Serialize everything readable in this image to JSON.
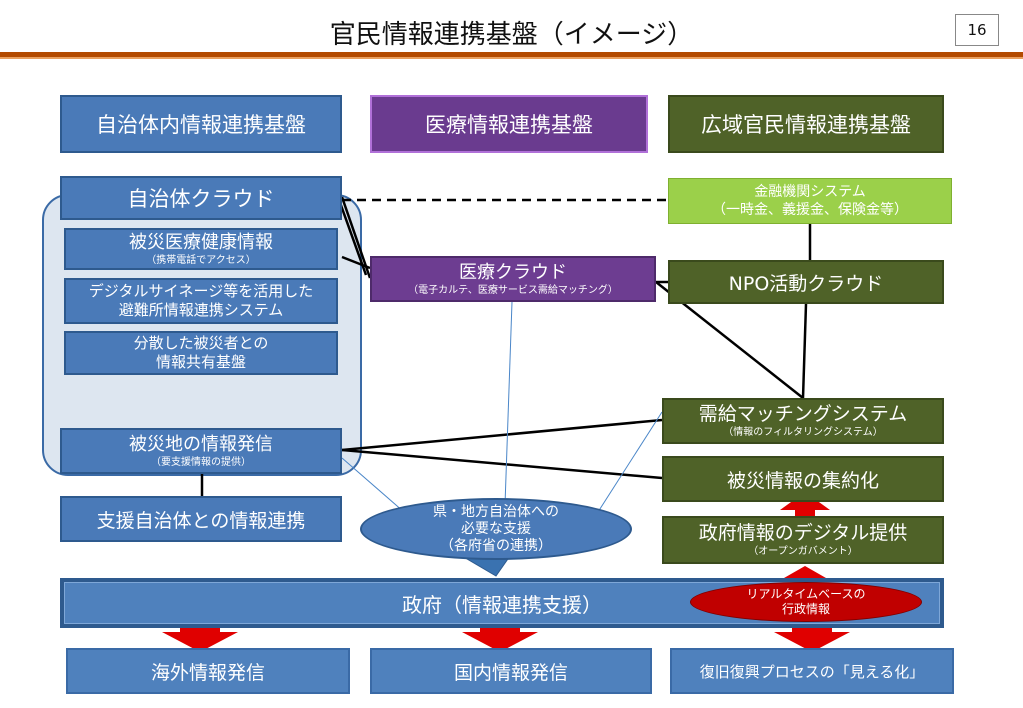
{
  "header": {
    "title": "官民情報連携基盤（イメージ）",
    "page_number": "16"
  },
  "categories": {
    "local": "自治体内情報連携基盤",
    "medical": "医療情報連携基盤",
    "wide": "広域官民情報連携基盤"
  },
  "local_cloud": {
    "title": "自治体クラウド",
    "health": {
      "title": "被災医療健康情報",
      "sub": "（携帯電話でアクセス）"
    },
    "signage": {
      "line1": "デジタルサイネージ等を活用した",
      "line2": "避難所情報連携システム"
    },
    "dispersed": {
      "line1": "分散した被災者との",
      "line2": "情報共有基盤"
    },
    "dispatch": {
      "title": "被災地の情報発信",
      "sub": "（要支援情報の提供）"
    }
  },
  "support_municipality": "支援自治体との情報連携",
  "medical_cloud": {
    "title": "医療クラウド",
    "sub": "（電子カルテ、医療サービス需給マッチング）"
  },
  "finance": {
    "line1": "金融機関システム",
    "line2": "（一時金、義援金、保険金等）"
  },
  "npo": "NPO活動クラウド",
  "matching": {
    "title": "需給マッチングシステム",
    "sub": "（情報のフィルタリングシステム）"
  },
  "aggregation": "被災情報の集約化",
  "digital_gov": {
    "title": "政府情報のデジタル提供",
    "sub": "（オープンガバメント）"
  },
  "bubble": {
    "line1": "県・地方自治体への",
    "line2": "必要な支援",
    "line3": "（各府省の連携）"
  },
  "government": "政府（情報連携支援）",
  "realtime": {
    "line1": "リアルタイムベースの",
    "line2": "行政情報"
  },
  "outputs": {
    "overseas": "海外情報発信",
    "domestic": "国内情報発信",
    "recovery": "復旧復興プロセスの「見える化」"
  },
  "colors": {
    "blue": "#4a7ab8",
    "purple": "#6d3d91",
    "green": "#4f6228",
    "lime": "#9bd04a",
    "red": "#e00000",
    "dark_red": "#c00000",
    "rule": "#b34a00"
  }
}
